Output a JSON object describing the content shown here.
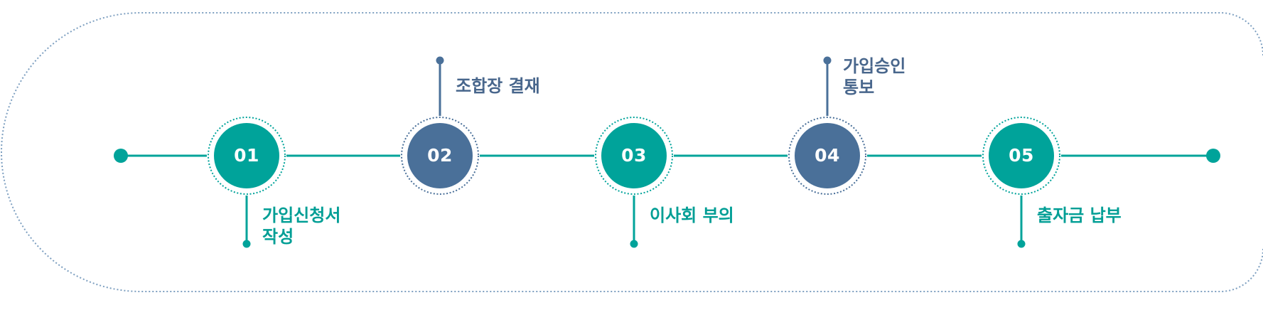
{
  "colors": {
    "teal": "#00a39a",
    "navy": "#4a7099",
    "teal_text": "#009e95",
    "navy_text": "#48668c",
    "frame_dots": "#7d9fc0"
  },
  "steps": [
    {
      "number": "01",
      "label_lines": [
        "가입신청서",
        "작성"
      ],
      "color": "teal",
      "label_position": "below"
    },
    {
      "number": "02",
      "label_lines": [
        "조합장 결재"
      ],
      "color": "navy",
      "label_position": "above"
    },
    {
      "number": "03",
      "label_lines": [
        "이사회 부의"
      ],
      "color": "teal",
      "label_position": "below"
    },
    {
      "number": "04",
      "label_lines": [
        "가입승인",
        "통보"
      ],
      "color": "navy",
      "label_position": "above"
    },
    {
      "number": "05",
      "label_lines": [
        "출자금 납부"
      ],
      "color": "teal",
      "label_position": "below"
    }
  ]
}
